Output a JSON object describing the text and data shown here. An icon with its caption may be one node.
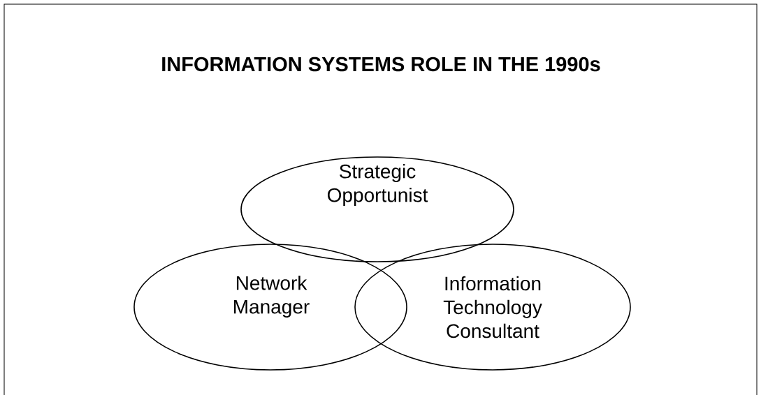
{
  "diagram": {
    "title": "INFORMATION SYSTEMS ROLE IN THE 1990s",
    "nodes": [
      {
        "text": [
          "Strategic Opportunist"
        ]
      },
      {
        "text": [
          "Network Manager"
        ]
      },
      {
        "text": [
          "Information Technology Consultant"
        ]
      }
    ]
  }
}
